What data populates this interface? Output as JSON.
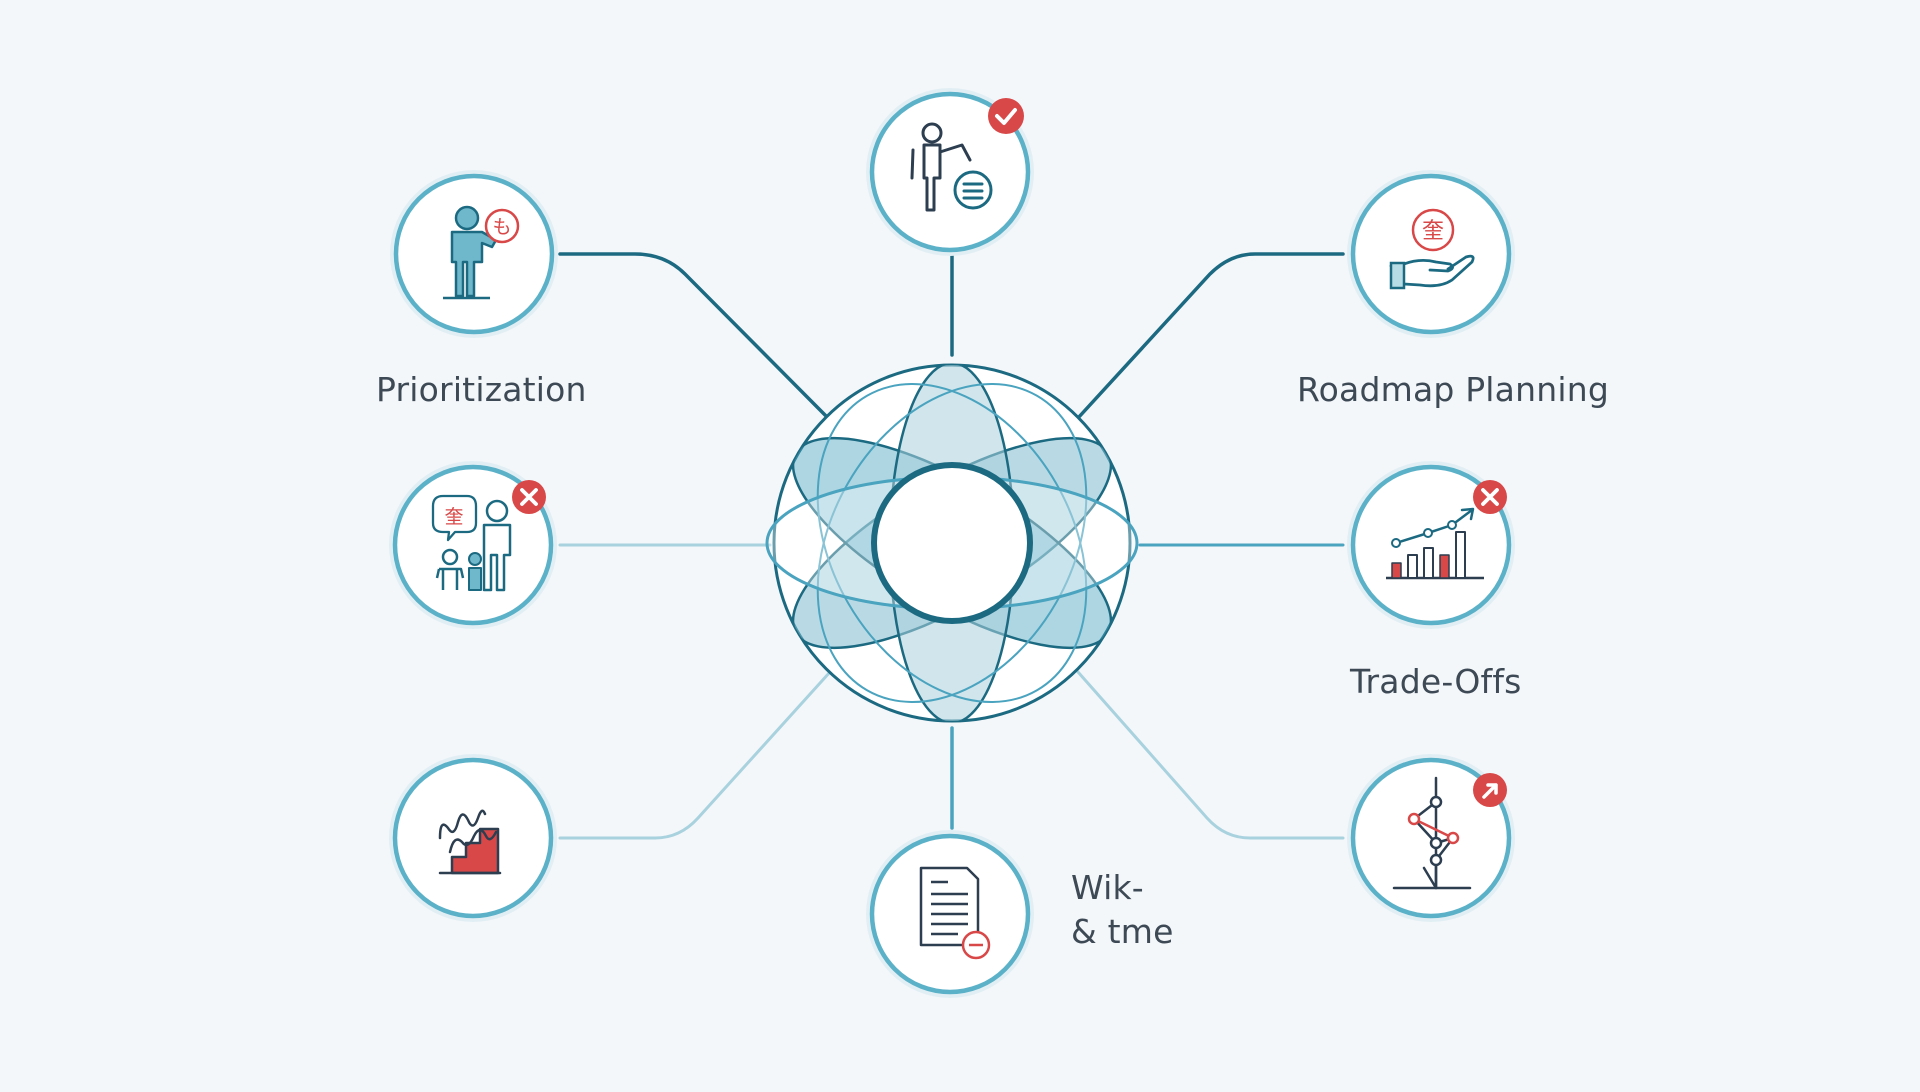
{
  "diagram": {
    "labels": {
      "prioritization": "Prioritization",
      "roadmap_planning": "Roadmap Planning",
      "trade_offs": "Trade-Offs",
      "wiki_line1": "Wik-",
      "wiki_line2": "& tme"
    },
    "icon_glyphs": {
      "prioritization_badge": "も",
      "roadmap_badge": "奎",
      "stakeholders_bubble": "奎"
    },
    "nodes": [
      {
        "id": "top",
        "icon": "person-presenting-icon",
        "status": "check"
      },
      {
        "id": "prioritization",
        "icon": "person-pointing-icon",
        "status": "none"
      },
      {
        "id": "roadmap",
        "icon": "hand-holding-coin-icon",
        "status": "none"
      },
      {
        "id": "stakeholders",
        "icon": "family-speech-icon",
        "status": "cross"
      },
      {
        "id": "tradeoffs",
        "icon": "bar-chart-trend-icon",
        "status": "cross"
      },
      {
        "id": "trends",
        "icon": "wave-steps-icon",
        "status": "none"
      },
      {
        "id": "wiki",
        "icon": "document-minus-icon",
        "status": "none"
      },
      {
        "id": "timeline",
        "icon": "network-timeline-icon",
        "status": "up"
      }
    ],
    "colors": {
      "accent_dark": "#1c6a82",
      "accent_mid": "#4aa3bf",
      "accent_light": "#8fc6d6",
      "ring": "#cfe4ec",
      "badge_red": "#d94848",
      "icon_red": "#d94848",
      "icon_teal": "#2e8aa6",
      "text": "#3d4a56"
    }
  }
}
